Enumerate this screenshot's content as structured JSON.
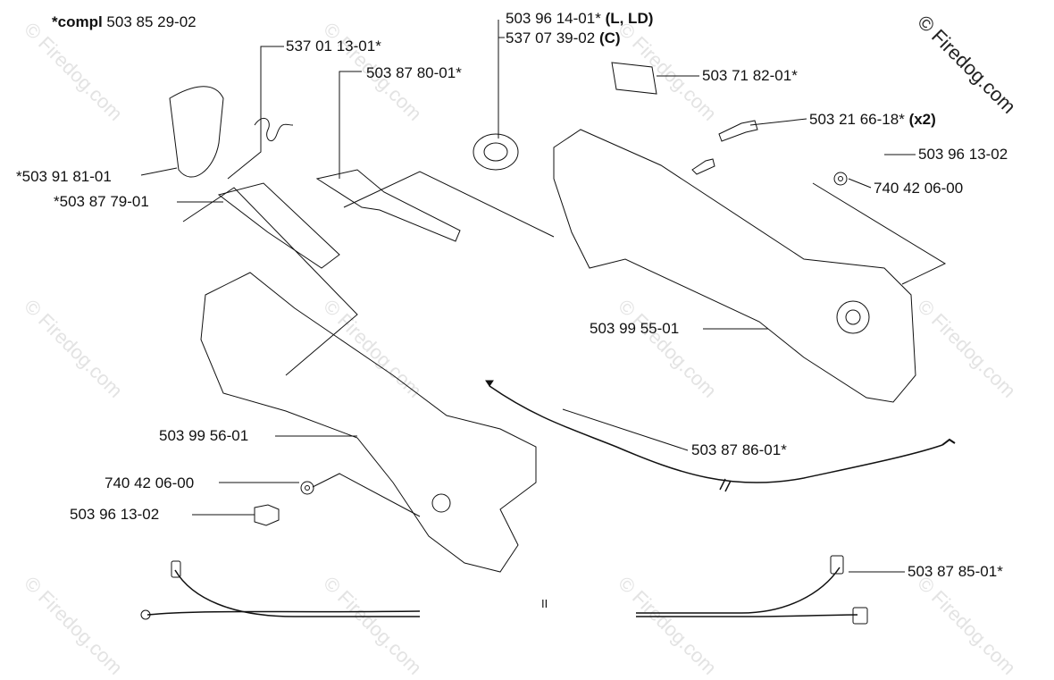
{
  "watermark": "© Firedog.com",
  "assembly": {
    "prefix": "*compl",
    "number": "503 85 29-02"
  },
  "parts": [
    {
      "id": "p1",
      "number": "537 01 13-01*",
      "note": ""
    },
    {
      "id": "p2",
      "number": "503 87 80-01*",
      "note": ""
    },
    {
      "id": "p3",
      "number": "503 96 14-01*",
      "note": "(L, LD)"
    },
    {
      "id": "p4",
      "number": "537 07 39-02",
      "note": "(C)"
    },
    {
      "id": "p5",
      "number": "503 71 82-01*",
      "note": ""
    },
    {
      "id": "p6",
      "number": "503 21 66-18*",
      "note": "(x2)"
    },
    {
      "id": "p7",
      "number": "503 96 13-02",
      "note": ""
    },
    {
      "id": "p8",
      "number": "740 42 06-00",
      "note": ""
    },
    {
      "id": "p9",
      "number": "*503 91 81-01",
      "note": ""
    },
    {
      "id": "p10",
      "number": "*503 87 79-01",
      "note": ""
    },
    {
      "id": "p11",
      "number": "503 99 55-01",
      "note": ""
    },
    {
      "id": "p12",
      "number": "503 99 56-01",
      "note": ""
    },
    {
      "id": "p13",
      "number": "503 87 86-01*",
      "note": ""
    },
    {
      "id": "p14",
      "number": "740 42 06-00",
      "note": ""
    },
    {
      "id": "p15",
      "number": "503 96 13-02",
      "note": ""
    },
    {
      "id": "p16",
      "number": "503 87 85-01*",
      "note": ""
    }
  ],
  "break_mark": "II"
}
